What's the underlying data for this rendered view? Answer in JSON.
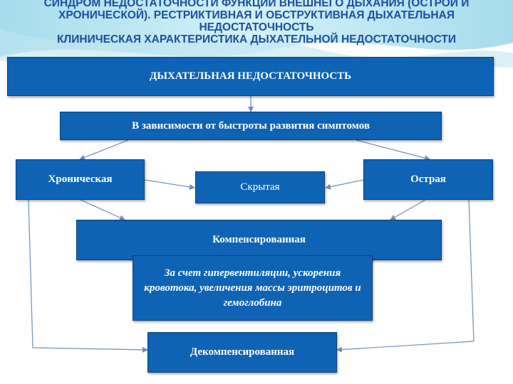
{
  "title": {
    "line1": "СИНДРОМ НЕДОСТАТОЧНОСТИ ФУНКЦИИ ВНЕШНЕГО ДЫХАНИЯ (ОСТРОЙ И",
    "line2": "ХРОНИЧЕСКОЙ). РЕСТРИКТИВНАЯ И ОБСТРУКТИВНАЯ ДЫХАТЕЛЬНАЯ",
    "line3": "НЕДОСТАТОЧНОСТЬ",
    "line4": "КЛИНИЧЕСКАЯ ХАРАКТЕРИСТИКА ДЫХАТЕЛЬНОЙ НЕДОСТАТОЧНОСТИ"
  },
  "nodes": {
    "main": "ДЫХАТЕЛЬНАЯ НЕДОСТАТОЧНОСТЬ",
    "by_speed": "В зависимости от быстроты развития симптомов",
    "chronic": "Хроническая",
    "acute": "Острая",
    "hidden": "Скрытая",
    "compensated": "Компенсированная",
    "mechanism": "За счет гипервентиляции, ускорения кровотока, увеличения массы эритроцитов и гемоглобина",
    "decompensated": "Декомпенсированная"
  },
  "colors": {
    "box_fill": "#0e63b5",
    "title_text": "#1c4fa0",
    "arrow": "#6b8fb8"
  }
}
